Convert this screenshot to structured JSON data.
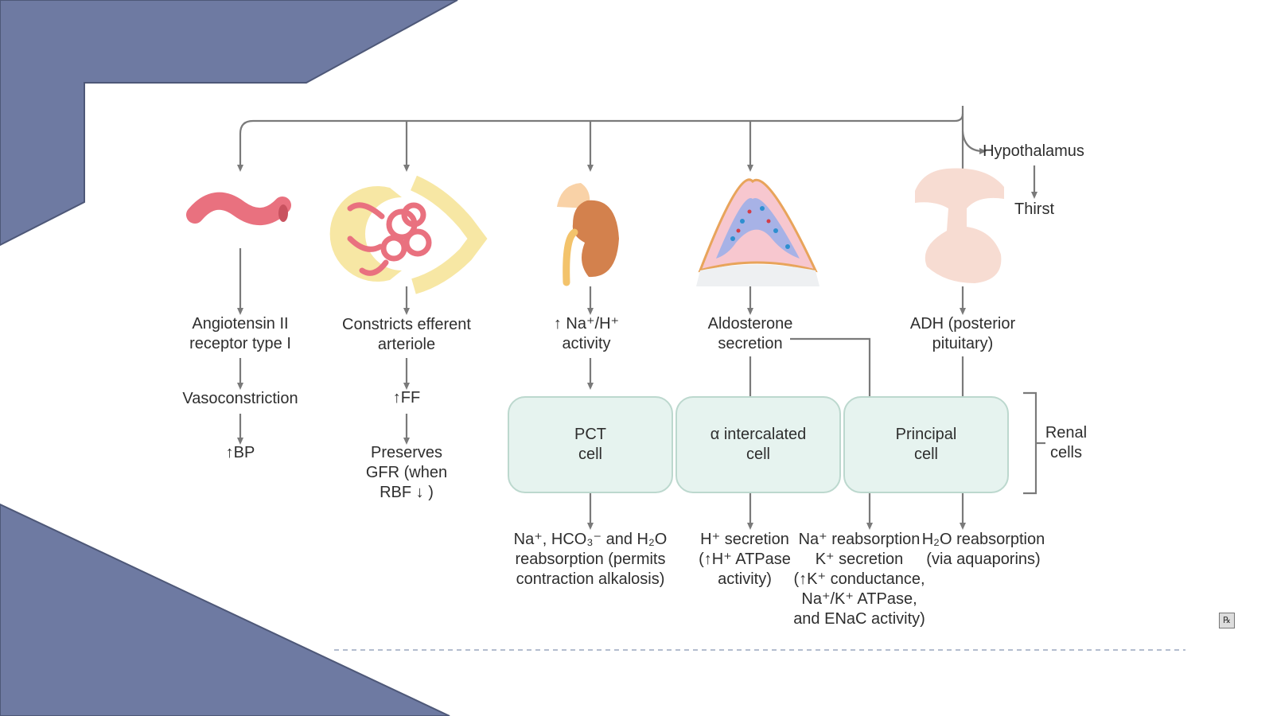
{
  "colors": {
    "slate": "#6e7aa2",
    "arrow": "#7a7a7a",
    "cell_fill": "#e6f3ef",
    "cell_border": "#bcd8ce",
    "dashed": "#9aa7bf"
  },
  "icons": [
    "blood-vessel-icon",
    "glomerulus-icon",
    "kidney-adrenal-icon",
    "adrenal-cortex-icon",
    "pituitary-icon"
  ],
  "hypothalamus": {
    "title": "Hypothalamus",
    "thirst": "Thirst"
  },
  "col1": {
    "line1": "Angiotensin II",
    "line2": "receptor type I",
    "vaso": "Vasoconstriction",
    "bp": "↑BP"
  },
  "col2": {
    "line1": "Constricts efferent",
    "line2": "arteriole",
    "ff": "↑FF",
    "gfr1": "Preserves",
    "gfr2": "GFR (when",
    "gfr3": "RBF ↓ )"
  },
  "col3": {
    "line1": "↑ Na⁺/H⁺",
    "line2": "activity"
  },
  "col4": {
    "line1": "Aldosterone",
    "line2": "secretion"
  },
  "col5": {
    "line1": "ADH (posterior",
    "line2": "pituitary)"
  },
  "cells": {
    "pct1": "PCT",
    "pct2": "cell",
    "alpha1": "α intercalated",
    "alpha2": "cell",
    "principal1": "Principal",
    "principal2": "cell",
    "renal1": "Renal",
    "renal2": "cells"
  },
  "effects": {
    "pct1": "Na⁺, HCO₃⁻ and H₂O",
    "pct2": "reabsorption (permits",
    "pct3": "contraction alkalosis)",
    "alpha1": "H⁺ secretion",
    "alpha2": "(↑H⁺ ATPase",
    "alpha3": "activity)",
    "principal1": "Na⁺ reabsorption",
    "principal2": "K⁺ secretion",
    "principal3": "(↑K⁺ conductance,",
    "principal4": "Na⁺/K⁺ ATPase,",
    "principal5": "and ENaC activity)",
    "adh1": "H₂O reabsorption",
    "adh2": "(via aquaporins)"
  },
  "corner_badge": "℞"
}
